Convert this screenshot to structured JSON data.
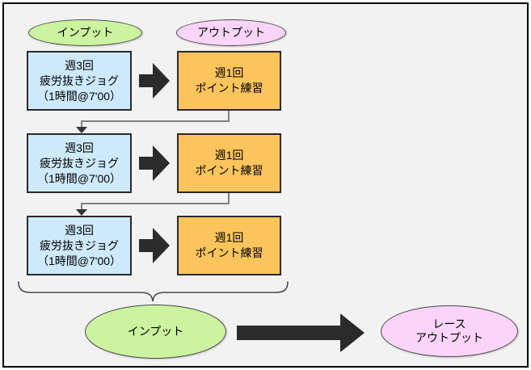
{
  "colors": {
    "page_bg": "#ffffff",
    "frame_bg": "#f2f2f2",
    "frame_border": "#000000",
    "input_box_fill": "#cde9fb",
    "output_box_fill": "#fcc45c",
    "input_ellipse_fill": "#ccf3a0",
    "output_ellipse_fill": "#fbd4f9",
    "shape_border": "#2a2a2a",
    "ellipse_border": "#4a4a4a",
    "block_arrow": "#2b2b2b",
    "connector_line": "#7f7f7f",
    "connector_arrowhead": "#333333",
    "brace": "#4a4a4a",
    "text": "#000000"
  },
  "labels": {
    "input_top": "インプット",
    "output_top": "アウトプット",
    "input_bottom": "インプット",
    "race_output": [
      "レース",
      "アウトプット"
    ]
  },
  "rows": [
    {
      "input_lines": [
        "週3回",
        "疲労抜きジョグ",
        "（1時間@7'00）"
      ],
      "output_lines": [
        "週1回",
        "ポイント練習"
      ]
    },
    {
      "input_lines": [
        "週3回",
        "疲労抜きジョグ",
        "（1時間@7'00）"
      ],
      "output_lines": [
        "週1回",
        "ポイント練習"
      ]
    },
    {
      "input_lines": [
        "週3回",
        "疲労抜きジョグ",
        "（1時間@7'00）"
      ],
      "output_lines": [
        "週1回",
        "ポイント練習"
      ]
    }
  ]
}
